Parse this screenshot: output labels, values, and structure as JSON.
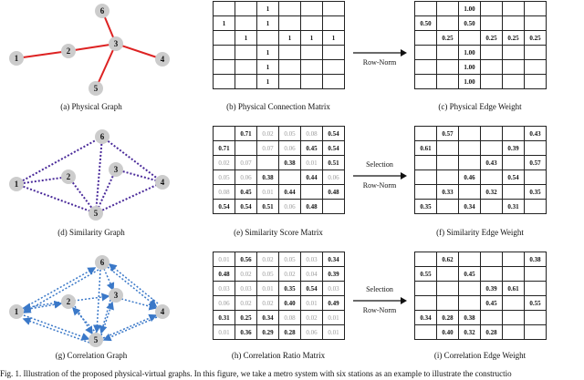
{
  "graph_nodes": [
    "1",
    "2",
    "3",
    "4",
    "5",
    "6"
  ],
  "captions": {
    "a": "(a) Physical Graph",
    "b": "(b) Physical Connection Matrix",
    "c": "(c) Physical Edge Weight",
    "d": "(d) Similarity Graph",
    "e": "(e) Similarity Score Matrix",
    "f": "(f) Similarity Edge Weight",
    "g": "(g) Correlation Graph",
    "h": "(h) Correlation  Ratio Matrix",
    "i": "(i) Correlation Edge Weight"
  },
  "arrow_labels": {
    "row1": [
      "Row-Norm"
    ],
    "row2": [
      "Selection",
      "Row-Norm"
    ],
    "row3": [
      "Selection",
      "Row-Norm"
    ]
  },
  "matrices": {
    "physical_connection": [
      [
        "",
        "",
        "1",
        "",
        "",
        ""
      ],
      [
        "1",
        "",
        "1",
        "",
        "",
        ""
      ],
      [
        "",
        "1",
        "",
        "1",
        "1",
        "1"
      ],
      [
        "",
        "",
        "1",
        "",
        "",
        ""
      ],
      [
        "",
        "",
        "1",
        "",
        "",
        ""
      ],
      [
        "",
        "",
        "1",
        "",
        "",
        ""
      ]
    ],
    "physical_edge_weight": [
      [
        "",
        "",
        "1.00",
        "",
        "",
        ""
      ],
      [
        "0.50",
        "",
        "0.50",
        "",
        "",
        ""
      ],
      [
        "",
        "0.25",
        "",
        "0.25",
        "0.25",
        "0.25"
      ],
      [
        "",
        "",
        "1.00",
        "",
        "",
        ""
      ],
      [
        "",
        "",
        "1.00",
        "",
        "",
        ""
      ],
      [
        "",
        "",
        "1.00",
        "",
        "",
        ""
      ]
    ],
    "similarity_score": [
      [
        "",
        "0.71",
        "0.02",
        "0.05",
        "0.08",
        "0.54"
      ],
      [
        "0.71",
        "",
        "0.07",
        "0.06",
        "0.45",
        "0.54"
      ],
      [
        "0.02",
        "0.07",
        "",
        "0.38",
        "0.01",
        "0.51"
      ],
      [
        "0.05",
        "0.06",
        "0.38",
        "",
        "0.44",
        "0.06"
      ],
      [
        "0.08",
        "0.45",
        "0.01",
        "0.44",
        "",
        "0.48"
      ],
      [
        "0.54",
        "0.54",
        "0.51",
        "0.06",
        "0.48",
        ""
      ]
    ],
    "similarity_edge_weight": [
      [
        "",
        "0.57",
        "",
        "",
        "",
        "0.43"
      ],
      [
        "0.61",
        "",
        "",
        "",
        "0.39",
        ""
      ],
      [
        "",
        "",
        "",
        "0.43",
        "",
        "0.57"
      ],
      [
        "",
        "",
        "0.46",
        "",
        "0.54",
        ""
      ],
      [
        "",
        "0.33",
        "",
        "0.32",
        "",
        "0.35"
      ],
      [
        "0.35",
        "",
        "0.34",
        "",
        "0.31",
        ""
      ]
    ],
    "correlation_ratio": [
      [
        "0.01",
        "0.56",
        "0.02",
        "0.05",
        "0.03",
        "0.34"
      ],
      [
        "0.48",
        "0.02",
        "0.05",
        "0.02",
        "0.04",
        "0.39"
      ],
      [
        "0.03",
        "0.03",
        "0.01",
        "0.35",
        "0.54",
        "0.03"
      ],
      [
        "0.06",
        "0.02",
        "0.02",
        "0.40",
        "0.01",
        "0.49"
      ],
      [
        "0.31",
        "0.25",
        "0.34",
        "0.08",
        "0.02",
        "0.01"
      ],
      [
        "0.01",
        "0.36",
        "0.29",
        "0.28",
        "0.06",
        "0.01"
      ]
    ],
    "correlation_edge_weight": [
      [
        "",
        "0.62",
        "",
        "",
        "",
        "0.38"
      ],
      [
        "0.55",
        "",
        "0.45",
        "",
        "",
        ""
      ],
      [
        "",
        "",
        "",
        "0.39",
        "0.61",
        ""
      ],
      [
        "",
        "",
        "",
        "0.45",
        "",
        "0.55"
      ],
      [
        "0.34",
        "0.28",
        "0.38",
        "",
        "",
        ""
      ],
      [
        "",
        "0.40",
        "0.32",
        "0.28",
        "",
        ""
      ]
    ]
  },
  "bold_cells": {
    "similarity_score": [
      [
        0,
        1
      ],
      [
        0,
        5
      ],
      [
        1,
        0
      ],
      [
        1,
        4
      ],
      [
        1,
        5
      ],
      [
        2,
        3
      ],
      [
        2,
        5
      ],
      [
        3,
        2
      ],
      [
        3,
        4
      ],
      [
        4,
        1
      ],
      [
        4,
        3
      ],
      [
        4,
        5
      ],
      [
        5,
        0
      ],
      [
        5,
        1
      ],
      [
        5,
        2
      ],
      [
        5,
        4
      ]
    ],
    "correlation_ratio": [
      [
        0,
        1
      ],
      [
        0,
        5
      ],
      [
        1,
        0
      ],
      [
        1,
        5
      ],
      [
        2,
        3
      ],
      [
        2,
        4
      ],
      [
        3,
        3
      ],
      [
        3,
        5
      ],
      [
        4,
        0
      ],
      [
        4,
        1
      ],
      [
        4,
        2
      ],
      [
        5,
        1
      ],
      [
        5,
        2
      ],
      [
        5,
        3
      ]
    ]
  },
  "figure_caption": "Fig. 1.  Illustration of the proposed physical-virtual graphs. In this figure, we take a metro system with six stations as an example to illustrate the constructio",
  "colors": {
    "physical_edge": "#dd2222",
    "similarity_edge": "#4a2a9a",
    "correlation_edge": "#3a78c8",
    "node_fill": "#cccccc"
  }
}
